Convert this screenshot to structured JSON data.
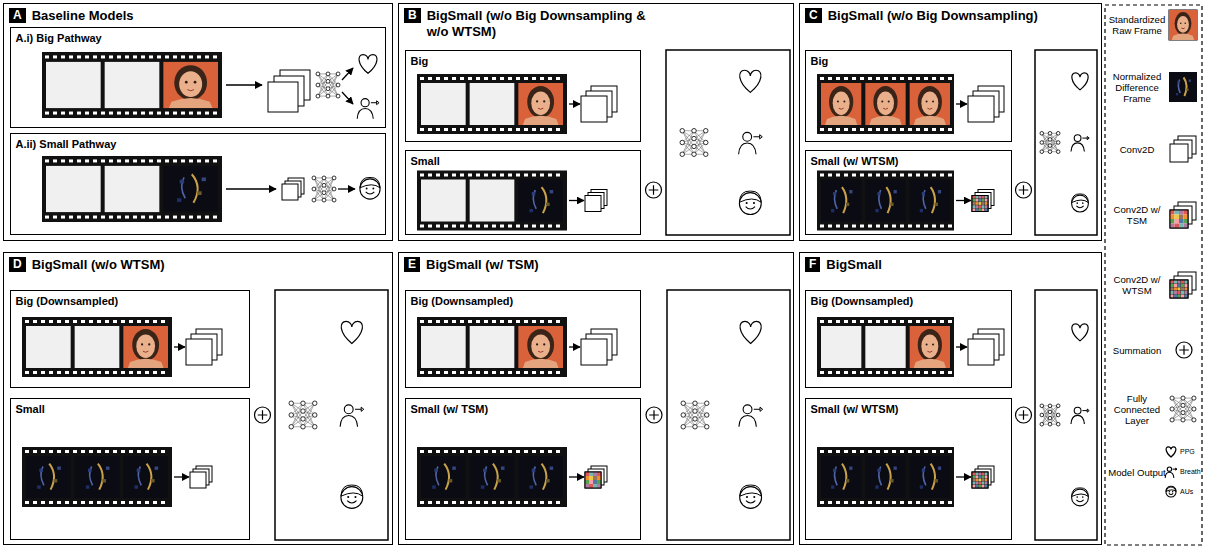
{
  "diagram": {
    "nodes": [
      {
        "text": [
          "A",
          "Baseline Models"
        ]
      },
      {
        "text": [
          "A.i) Big Pathway"
        ],
        "in": 0
      },
      {
        "text": [
          "A.ii) Small Pathway"
        ],
        "in": 0
      },
      {
        "text": [
          "B",
          "BigSmall (w/o Big Downsampling & w/o WTSM)"
        ]
      },
      {
        "text": [
          "Big"
        ],
        "in": 3
      },
      {
        "text": [
          "Small"
        ],
        "in": 3
      },
      {
        "text": [
          "C",
          "BigSmall (w/o Big Downsampling)"
        ]
      },
      {
        "text": [
          "Big"
        ],
        "in": 6
      },
      {
        "text": [
          "Small (w/ WTSM)"
        ],
        "in": 6
      },
      {
        "text": [
          "D",
          "BigSmall (w/o WTSM)"
        ]
      },
      {
        "text": [
          "Big (Downsampled)"
        ],
        "in": 9
      },
      {
        "text": [
          "Small"
        ],
        "in": 9
      },
      {
        "text": [
          "E",
          "BigSmall (w/ TSM)"
        ]
      },
      {
        "text": [
          "Big (Downsampled)"
        ],
        "in": 12
      },
      {
        "text": [
          "Small (w/ TSM)"
        ],
        "in": 12
      },
      {
        "text": [
          "F",
          "BigSmall"
        ]
      },
      {
        "text": [
          "Big (Downsampled)"
        ],
        "in": 15
      },
      {
        "text": [
          "Small (w/ WTSM)"
        ],
        "in": 15
      }
    ],
    "legend": [
      {
        "text": "Standardized Raw Frame"
      },
      {
        "text": "Normalized Difference Frame"
      },
      {
        "text": "Conv2D"
      },
      {
        "text": "Conv2D w/ TSM"
      },
      {
        "text": "Conv2D w/ WTSM"
      },
      {
        "text": "Summation"
      },
      {
        "text": "Fully Connected Layer"
      },
      {
        "text": "Model Output"
      },
      {
        "text": "PPG"
      },
      {
        "text": "Breath"
      },
      {
        "text": "AUs"
      }
    ]
  }
}
